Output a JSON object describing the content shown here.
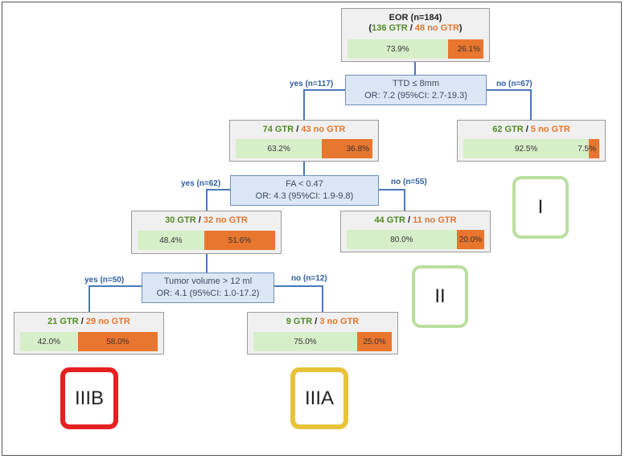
{
  "root": {
    "title_prefix": "EOR (n=184)",
    "open": "(",
    "gtr": "136 GTR",
    "slash": "/",
    "nogtr": "48 no GTR",
    "close": ")",
    "gtr_pct": "73.9%",
    "nogtr_pct": "26.1%",
    "gtr_share": 73.9
  },
  "splits": [
    {
      "label": "TTD ≤ 8mm",
      "or": "OR: 7.2 (95%CI: 2.7-19.3)",
      "yes": "yes (n=117)",
      "no": "no (n=67)"
    },
    {
      "label": "FA < 0.47",
      "or": "OR: 4.3 (95%CI: 1.9-9.8)",
      "yes": "yes (n=62)",
      "no": "no (n=55)"
    },
    {
      "label": "Tumor volume > 12 ml",
      "or": "OR: 4.1 (95%CI: 1.0-17.2)",
      "yes": "yes (n=50)",
      "no": "no (n=12)"
    }
  ],
  "nodes": {
    "n74": {
      "gtr": "74 GTR",
      "slash": "/",
      "nogtr": "43 no GTR",
      "gtr_pct": "63.2%",
      "nogtr_pct": "36.8%",
      "gtr_share": 63.2
    },
    "n62": {
      "gtr": "62 GTR",
      "slash": "/",
      "nogtr": "5 no GTR",
      "gtr_pct": "92.5%",
      "nogtr_pct": "7.5%",
      "gtr_share": 92.5
    },
    "n30": {
      "gtr": "30 GTR",
      "slash": "/",
      "nogtr": "32 no GTR",
      "gtr_pct": "48.4%",
      "nogtr_pct": "51.6%",
      "gtr_share": 48.4
    },
    "n44": {
      "gtr": "44 GTR",
      "slash": "/",
      "nogtr": "11 no GTR",
      "gtr_pct": "80.0%",
      "nogtr_pct": "20.0%",
      "gtr_share": 80.0
    },
    "n21": {
      "gtr": "21 GTR",
      "slash": "/",
      "nogtr": "29 no GTR",
      "gtr_pct": "42.0%",
      "nogtr_pct": "58.0%",
      "gtr_share": 42.0
    },
    "n9": {
      "gtr": "9 GTR",
      "slash": "/",
      "nogtr": "3 no GTR",
      "gtr_pct": "75.0%",
      "nogtr_pct": "25.0%",
      "gtr_share": 75.0
    }
  },
  "classes": {
    "c1": {
      "label": "I",
      "color": "#b9dfa0"
    },
    "c2": {
      "label": "II",
      "color": "#b9dfa0"
    },
    "c3a": {
      "label": "IIIA",
      "color": "#e8c33a"
    },
    "c3b": {
      "label": "IIIB",
      "color": "#e52020"
    }
  },
  "colors": {
    "gtr": "#4f8a22",
    "nogtr": "#e2762e",
    "bar_green": "#d7efc9",
    "bar_orange": "#e8762e",
    "link": "#4a78b8"
  }
}
